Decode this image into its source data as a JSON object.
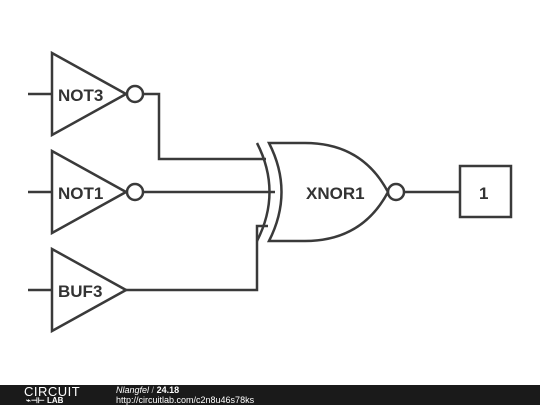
{
  "gates": {
    "not3": "NOT3",
    "not1": "NOT1",
    "buf3": "BUF3",
    "xnor1": "XNOR1"
  },
  "output": {
    "value": "1"
  },
  "footer": {
    "logo_top": "CIRCUIT",
    "logo_bottom": "LAB",
    "author": "Nlangfel",
    "separator": "/",
    "version": "24.18",
    "url": "http://circuitlab.com/c2n8u46s78ks"
  },
  "colors": {
    "stroke": "#3a3a3a",
    "footer_bg": "#1a1a1a"
  }
}
